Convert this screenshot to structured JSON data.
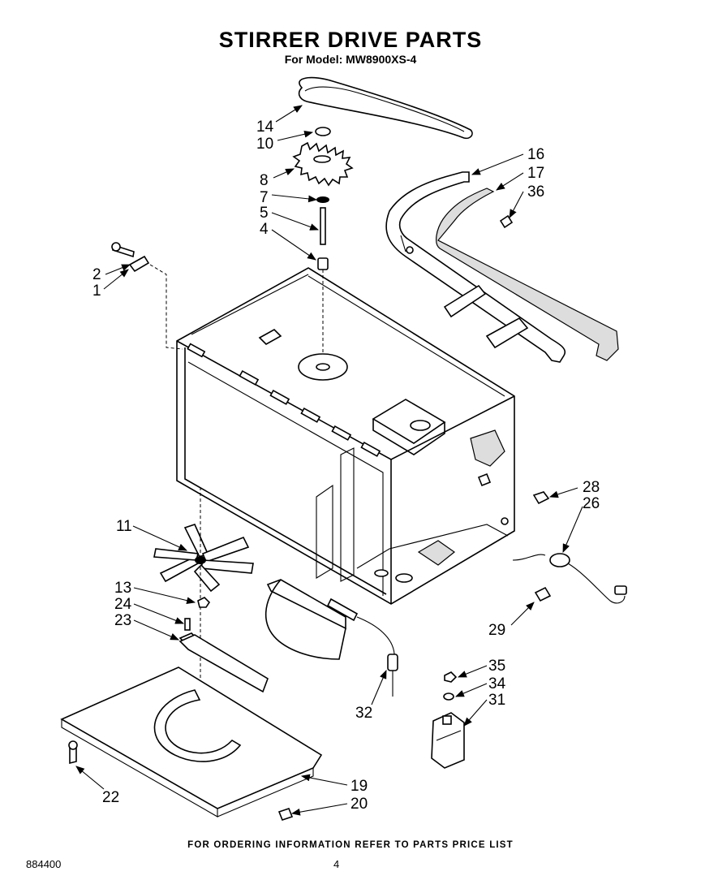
{
  "header": {
    "title": "STIRRER DRIVE PARTS",
    "subtitle": "For Model: MW8900XS-4"
  },
  "footer": {
    "ordering_note": "FOR ORDERING INFORMATION REFER TO PARTS PRICE LIST",
    "doc_number": "884400",
    "page_number": "4"
  },
  "callouts": {
    "c14": "14",
    "c10": "10",
    "c8": "8",
    "c7": "7",
    "c5": "5",
    "c4": "4",
    "c2": "2",
    "c1": "1",
    "c16": "16",
    "c17": "17",
    "c36": "36",
    "c11": "11",
    "c28": "28",
    "c26": "26",
    "c13": "13",
    "c24": "24",
    "c23": "23",
    "c29": "29",
    "c35": "35",
    "c34": "34",
    "c31": "31",
    "c32": "32",
    "c22": "22",
    "c19": "19",
    "c20": "20"
  }
}
